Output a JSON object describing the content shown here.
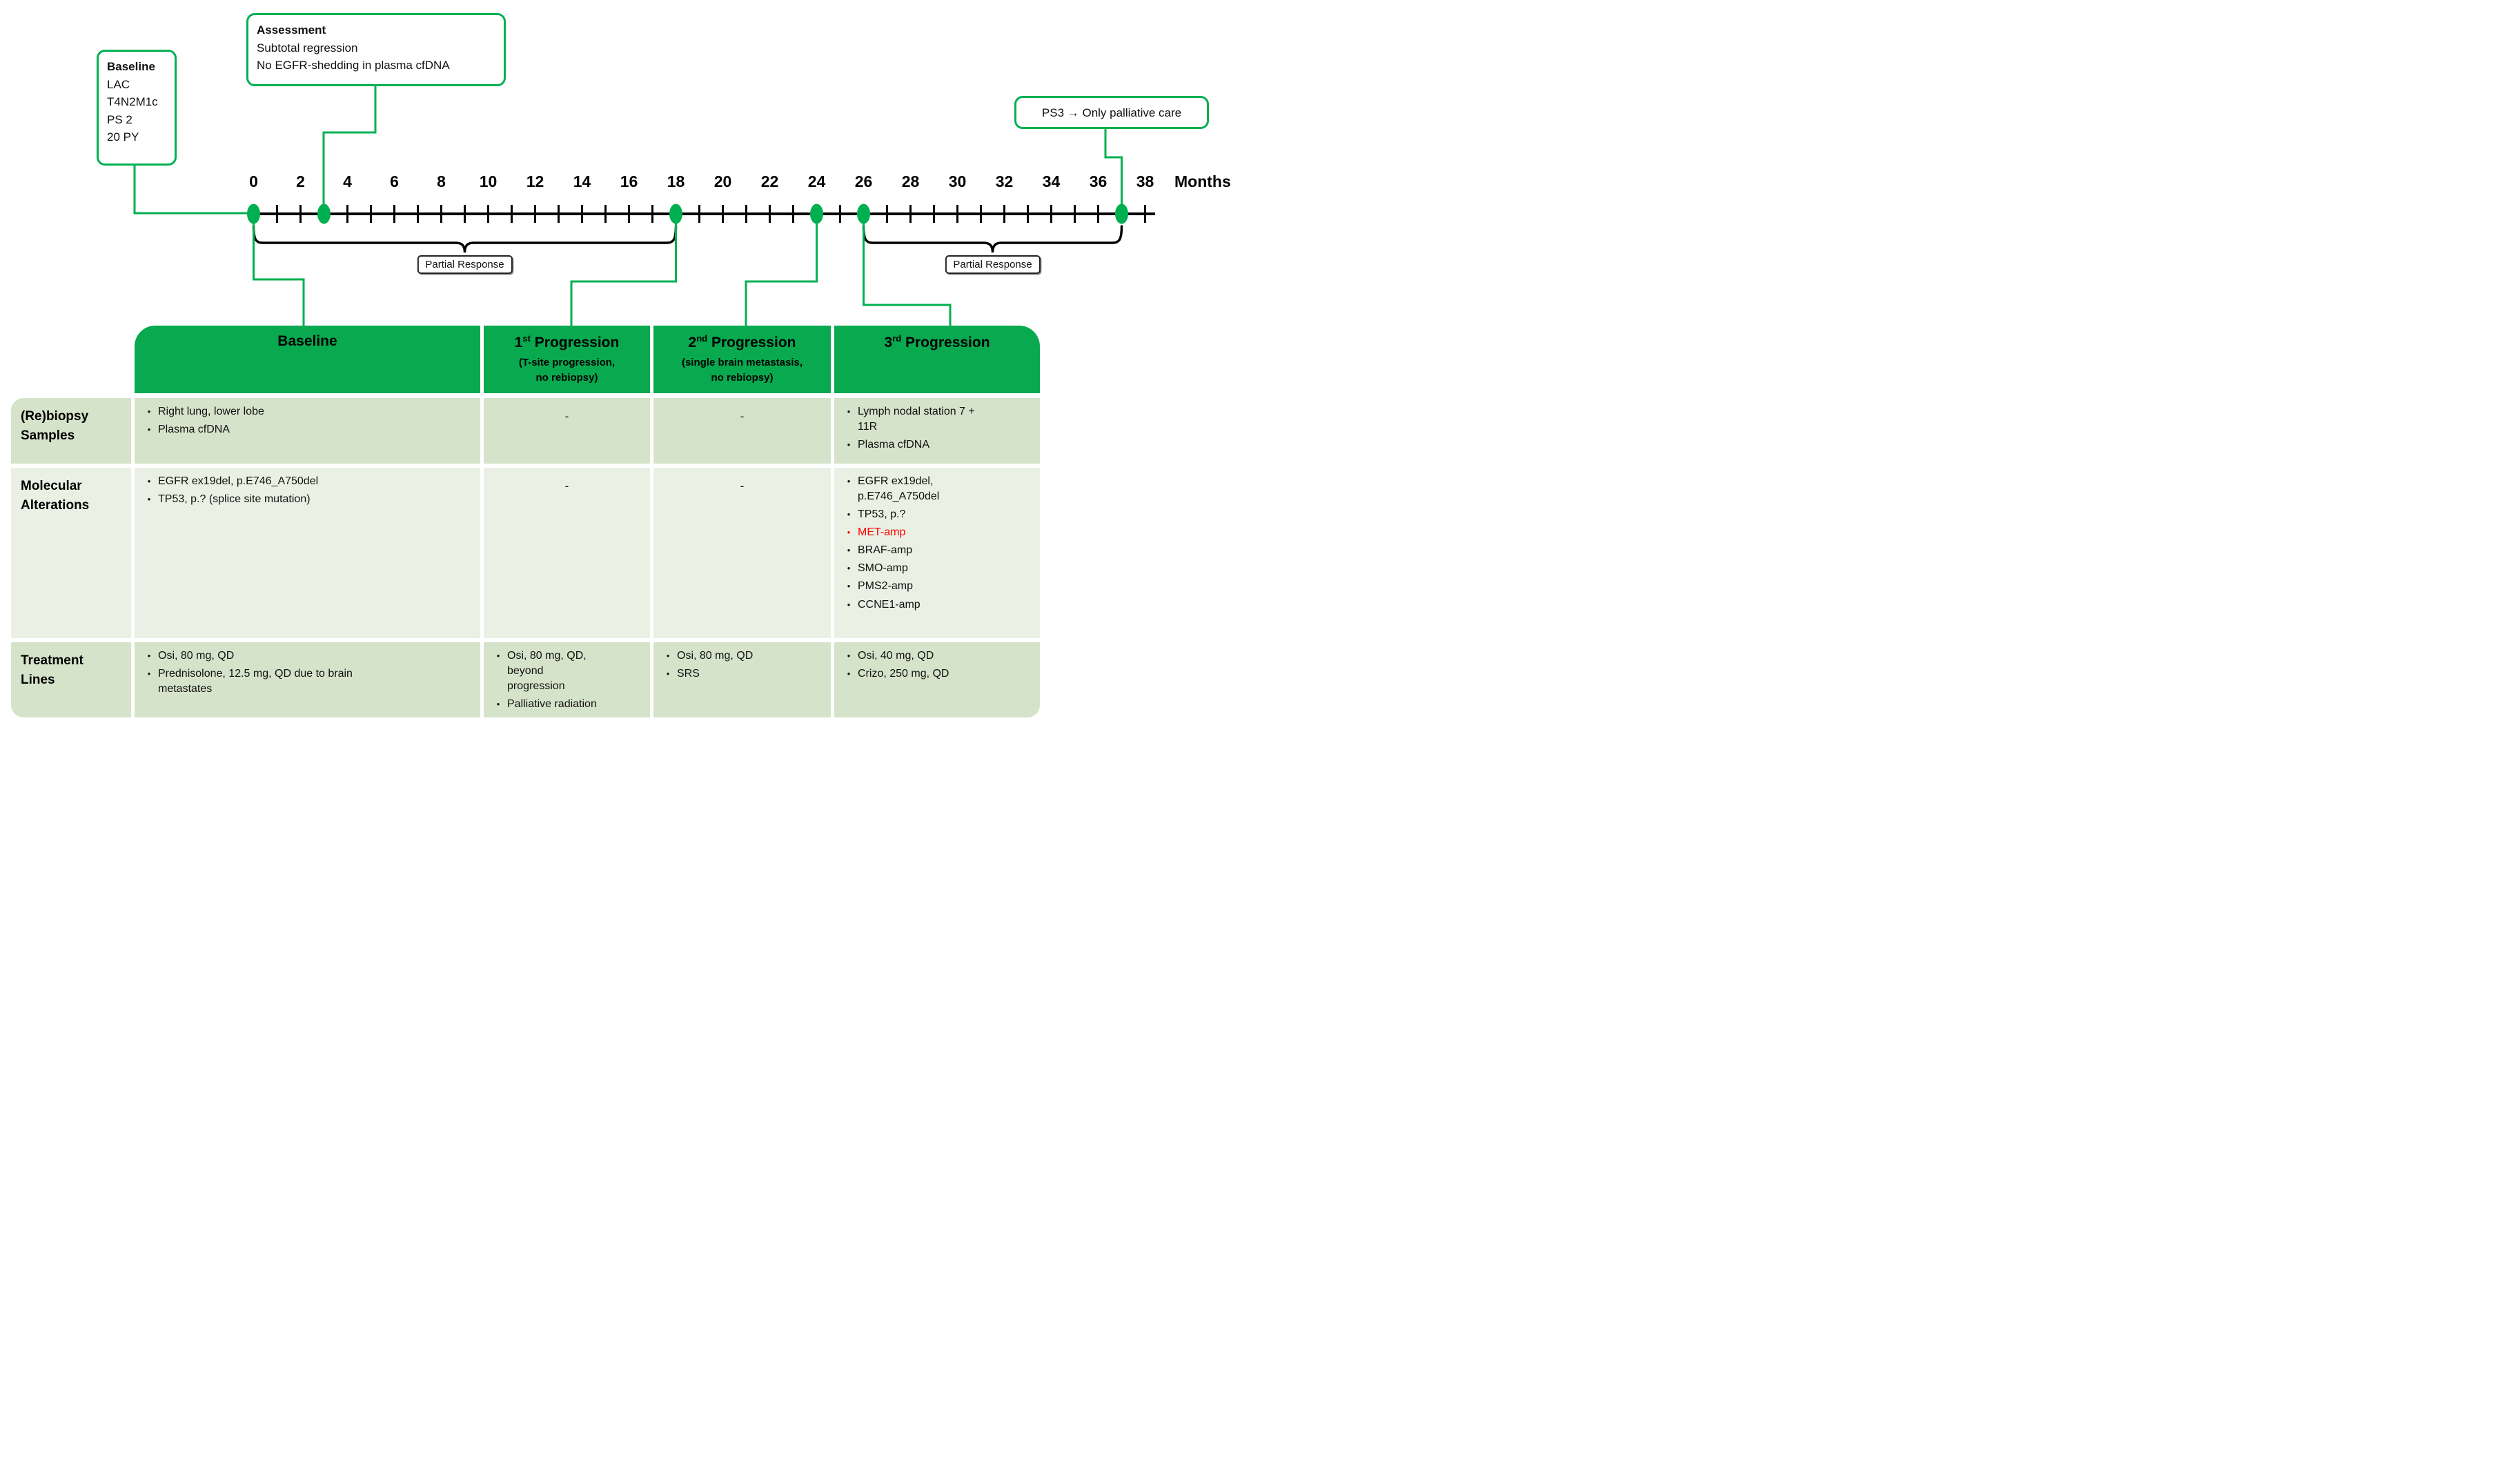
{
  "colors": {
    "accent_green": "#00b050",
    "header_green": "#09a94f",
    "row_dark": "#d6e3cb",
    "row_light": "#eaf0e3",
    "highlight_red": "#ff0000",
    "axis_black": "#000000"
  },
  "timeline": {
    "months_label": "Months",
    "tick_start": 0,
    "tick_end": 38,
    "month_label_step": 2,
    "event_months": [
      0,
      3,
      18,
      24,
      26,
      37
    ],
    "callouts": {
      "baseline": {
        "title": "Baseline",
        "lines": [
          "LAC",
          "T4N2M1c",
          "PS 2",
          "20 PY"
        ]
      },
      "assessment": {
        "title": "Assessment",
        "lines": [
          "Subtotal regression",
          "No EGFR-shedding in plasma cfDNA"
        ]
      },
      "palliative": {
        "text": "PS3 → Only palliative care"
      }
    },
    "braces": [
      {
        "label": "Partial Response",
        "from_month": 0,
        "to_month": 18
      },
      {
        "label": "Partial Response",
        "from_month": 26,
        "to_month": 37
      }
    ]
  },
  "table": {
    "columns": [
      {
        "ordinal": "",
        "sup": "",
        "title": "Baseline",
        "subtitle_lines": []
      },
      {
        "ordinal": "1",
        "sup": "st",
        "title": " Progression",
        "subtitle_lines": [
          "(T-site progression,",
          "no rebiopsy)"
        ]
      },
      {
        "ordinal": "2",
        "sup": "nd",
        "title": " Progression",
        "subtitle_lines": [
          "(single brain metastasis,",
          "no rebiopsy)"
        ]
      },
      {
        "ordinal": "3",
        "sup": "rd",
        "title": " Progression",
        "subtitle_lines": []
      }
    ],
    "rows": [
      {
        "label_lines": [
          "(Re)biopsy",
          "Samples"
        ],
        "cells": [
          {
            "bullets": [
              "Right lung, lower lobe",
              "Plasma cfDNA"
            ]
          },
          {
            "dash": "-"
          },
          {
            "dash": "-"
          },
          {
            "bullets": [
              "Lymph nodal station 7 +\n11R",
              "Plasma cfDNA"
            ]
          }
        ]
      },
      {
        "label_lines": [
          "Molecular",
          "Alterations"
        ],
        "cells": [
          {
            "bullets": [
              "EGFR ex19del, p.E746_A750del",
              "TP53, p.? (splice site mutation)"
            ]
          },
          {
            "dash": "-"
          },
          {
            "dash": "-"
          },
          {
            "bullets": [
              "EGFR ex19del,\np.E746_A750del",
              "TP53, p.?",
              {
                "text": "MET-amp",
                "color": "#ff0000"
              },
              "BRAF-amp",
              "SMO-amp",
              "PMS2-amp",
              "CCNE1-amp"
            ]
          }
        ]
      },
      {
        "label_lines": [
          "Treatment",
          "Lines"
        ],
        "cells": [
          {
            "bullets": [
              "Osi, 80 mg, QD",
              "Prednisolone, 12.5 mg, QD due to brain\nmetastates"
            ]
          },
          {
            "bullets": [
              "Osi, 80 mg, QD,\nbeyond\nprogression",
              "Palliative radiation"
            ]
          },
          {
            "bullets": [
              "Osi, 80 mg, QD",
              "SRS"
            ]
          },
          {
            "bullets": [
              "Osi, 40 mg, QD",
              "Crizo, 250 mg, QD"
            ]
          }
        ]
      }
    ]
  }
}
